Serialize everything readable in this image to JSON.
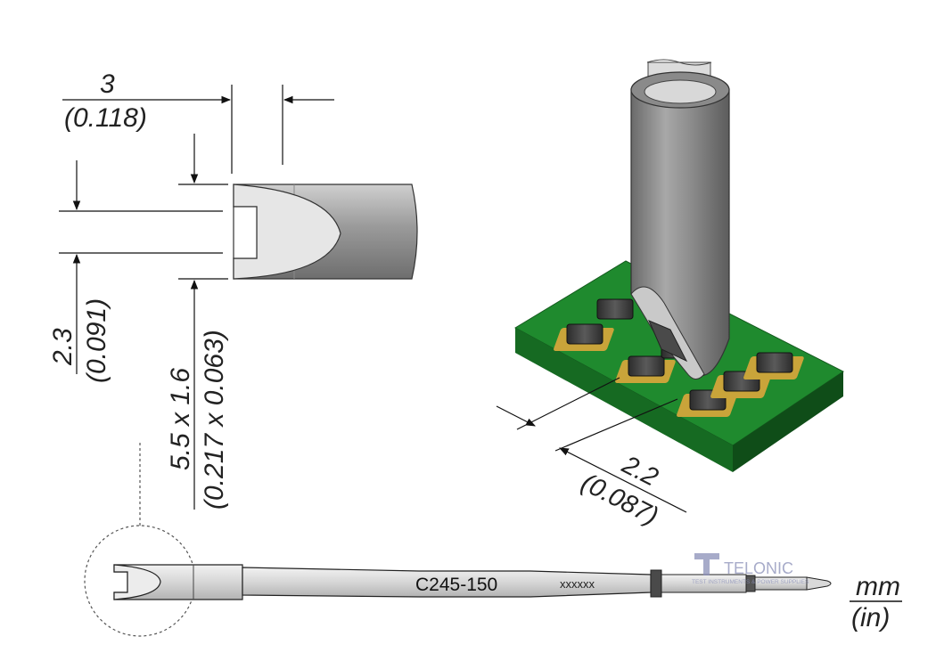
{
  "dimensions": {
    "width_mm": "3",
    "width_in": "(0.118)",
    "slot_mm": "2.3",
    "slot_in": "(0.091)",
    "component_mm": "5.5 x 1.6",
    "component_in": "(0.217 x 0.063)",
    "pitch_mm": "2.2",
    "pitch_in": "(0.087)"
  },
  "tip": {
    "part_number": "C245-150",
    "serial": "xxxxxx"
  },
  "units": {
    "metric": "mm",
    "imperial": "(in)"
  },
  "watermark": {
    "brand": "TELONIC",
    "tagline": "TEST INSTRUMENTS & POWER SUPPLIES"
  },
  "colors": {
    "pcb": "#1f8a2e",
    "pad": "#c9a43a",
    "tip_metal": "#9a9a9a",
    "component": "#3c3c3c"
  }
}
